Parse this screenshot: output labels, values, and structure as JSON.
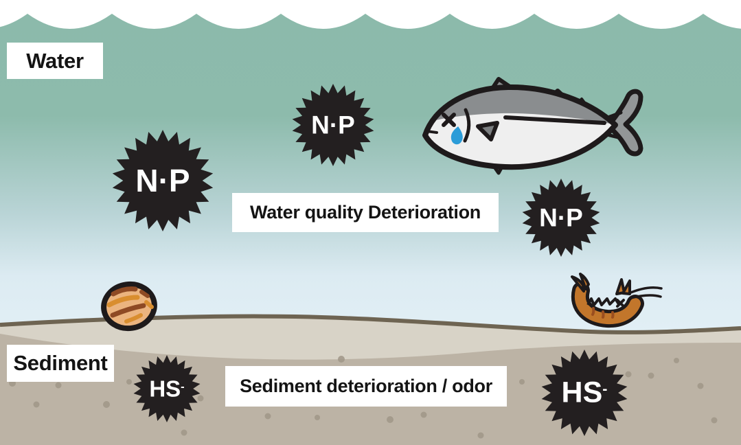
{
  "layers": {
    "water": {
      "label": "Water"
    },
    "sediment": {
      "label": "Sediment"
    }
  },
  "captions": {
    "water_quality": "Water quality Deterioration",
    "sediment_odor": "Sediment deterioration / odor"
  },
  "pollutants": {
    "nutrients": "N·P",
    "sulfide": {
      "base": "HS",
      "sup": "-"
    }
  },
  "colors": {
    "water_surface": "#8DBBAC",
    "water_deep": "#E3F0F6",
    "wave_foam": "#FFFFFF",
    "sediment_fill": "#BCB3A5",
    "sediment_top_band": "#D8D3C7",
    "sediment_line": "#6E6452",
    "sediment_dots": "#A09788",
    "starburst": "#231F20",
    "label_background": "#FFFFFF",
    "label_text": "#141414",
    "starburst_text": "#FFFFFF",
    "fish_back": "#8A8D8F",
    "fish_belly": "#EFEFEF",
    "tear": "#2B9CD8",
    "shell": "#EBB47F",
    "shell_stripe_dark": "#8E4A24",
    "shell_stripe_light": "#D98E2F",
    "shrimp": "#C2762B"
  }
}
